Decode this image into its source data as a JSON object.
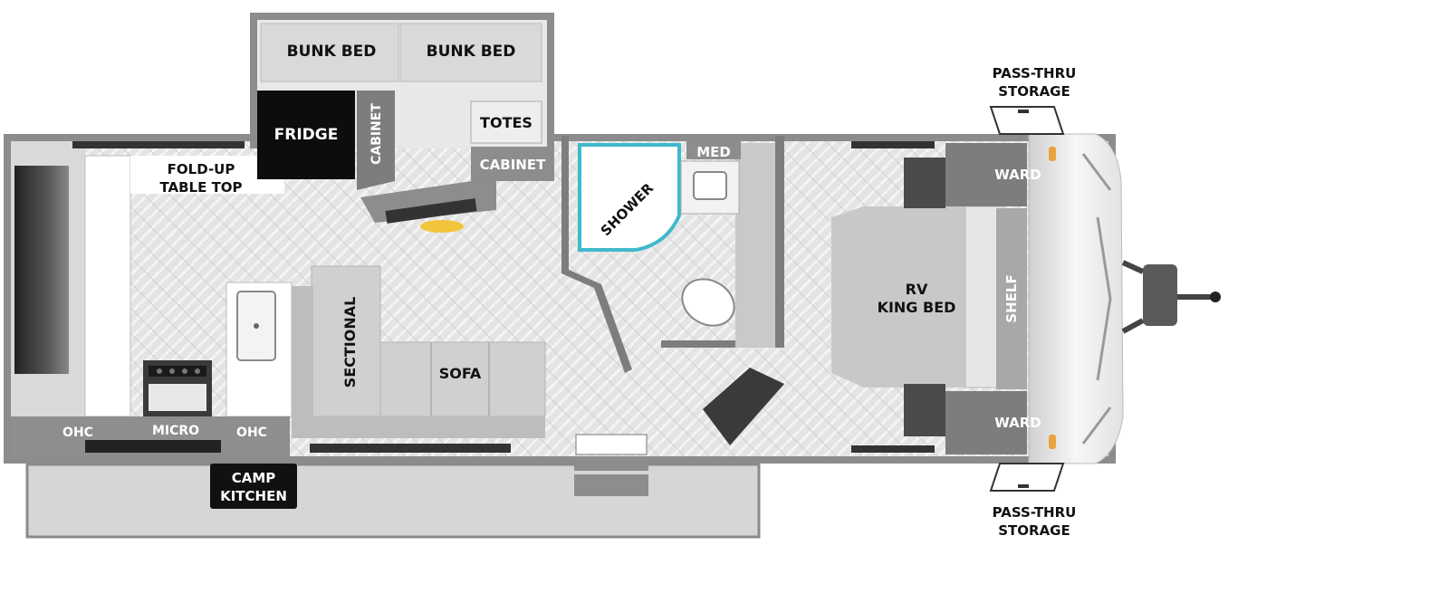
{
  "labels": {
    "bunk_bed_1": "BUNK BED",
    "bunk_bed_2": "BUNK BED",
    "fridge": "FRIDGE",
    "cabinet_vertical": "CABINET",
    "totes": "TOTES",
    "cabinet": "CABINET",
    "fold_up_line1": "FOLD-UP",
    "fold_up_line2": "TABLE TOP",
    "shower": "SHOWER",
    "med": "MED",
    "sectional": "SECTIONAL",
    "sofa": "SOFA",
    "ohc_left": "OHC",
    "micro": "MICRO",
    "ohc_right": "OHC",
    "camp_kitchen_line1": "CAMP",
    "camp_kitchen_line2": "KITCHEN",
    "rv_king_bed_line1": "RV",
    "rv_king_bed_line2": "KING BED",
    "ward_top": "WARD",
    "ward_bottom": "WARD",
    "shelf": "SHELF",
    "pass_thru_top_line1": "PASS-THRU",
    "pass_thru_top_line2": "STORAGE",
    "pass_thru_bottom_line1": "PASS-THRU",
    "pass_thru_bottom_line2": "STORAGE"
  },
  "colors": {
    "wall": "#7a7a7a",
    "floor": "#e6e6e6",
    "cabinet": "#9a9a9a",
    "dark": "#2b2b2b",
    "fridge": "#0d0d0d",
    "shower_accent": "#3fb9cc",
    "light": "#f2c53a"
  }
}
